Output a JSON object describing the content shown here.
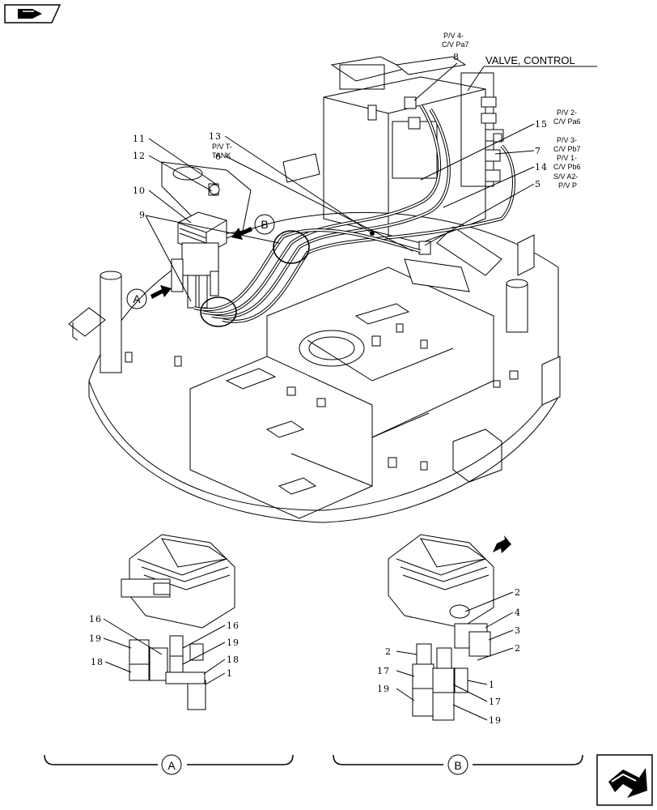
{
  "nav": {
    "back_icon": "hand-pointing-icon",
    "next_icon": "next-page-arrow-icon"
  },
  "valve_title": "VALVE, CONTROL",
  "port_labels": {
    "pv4": [
      "P/V 4-",
      "C/V Pa7"
    ],
    "pvt": [
      "P/V T-",
      "TANK"
    ],
    "pv2": [
      "P/V 2-",
      "C/V Pa6"
    ],
    "pv3": [
      "P/V 3-",
      "C/V Pb7"
    ],
    "pv1": [
      "P/V 1-",
      "C/V Pb6"
    ],
    "sva2": [
      "S/V A2-",
      "P/V P"
    ]
  },
  "callouts": {
    "n1": "1",
    "n2": "2",
    "n3": "3",
    "n4": "4",
    "n5": "5",
    "n6": "6",
    "n7": "7",
    "n8": "8",
    "n9": "9",
    "n10": "10",
    "n11": "11",
    "n12": "12",
    "n13": "13",
    "n14": "14",
    "n15": "15",
    "n16": "16",
    "n17": "17",
    "n18": "18",
    "n19": "19"
  },
  "views": {
    "a": "A",
    "b": "B"
  }
}
